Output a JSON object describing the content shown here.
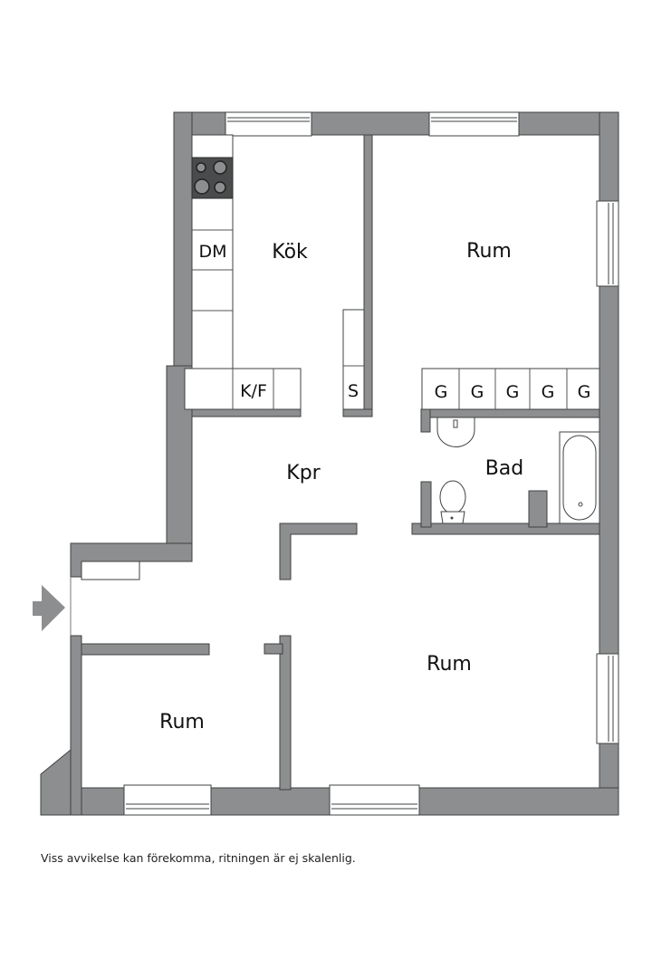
{
  "rooms": {
    "kitchen": "Kök",
    "room_top_right": "Rum",
    "hallway": "Kpr",
    "bathroom": "Bad",
    "room_bottom_left": "Rum",
    "room_bottom_right": "Rum"
  },
  "fixtures": {
    "dishwasher": "DM",
    "fridge_freezer": "K/F",
    "storage": "S",
    "wardrobes": [
      "G",
      "G",
      "G",
      "G",
      "G"
    ]
  },
  "entrance": {
    "icon": "entrance-arrow-icon"
  },
  "footer": {
    "disclaimer": "Viss avvikelse kan förekomma, ritningen är ej skalenlig."
  },
  "colors": {
    "wall": "#8d8e8f",
    "wall_stroke": "#3f4142",
    "stove": "#4a4b4c",
    "background": "#ffffff"
  }
}
